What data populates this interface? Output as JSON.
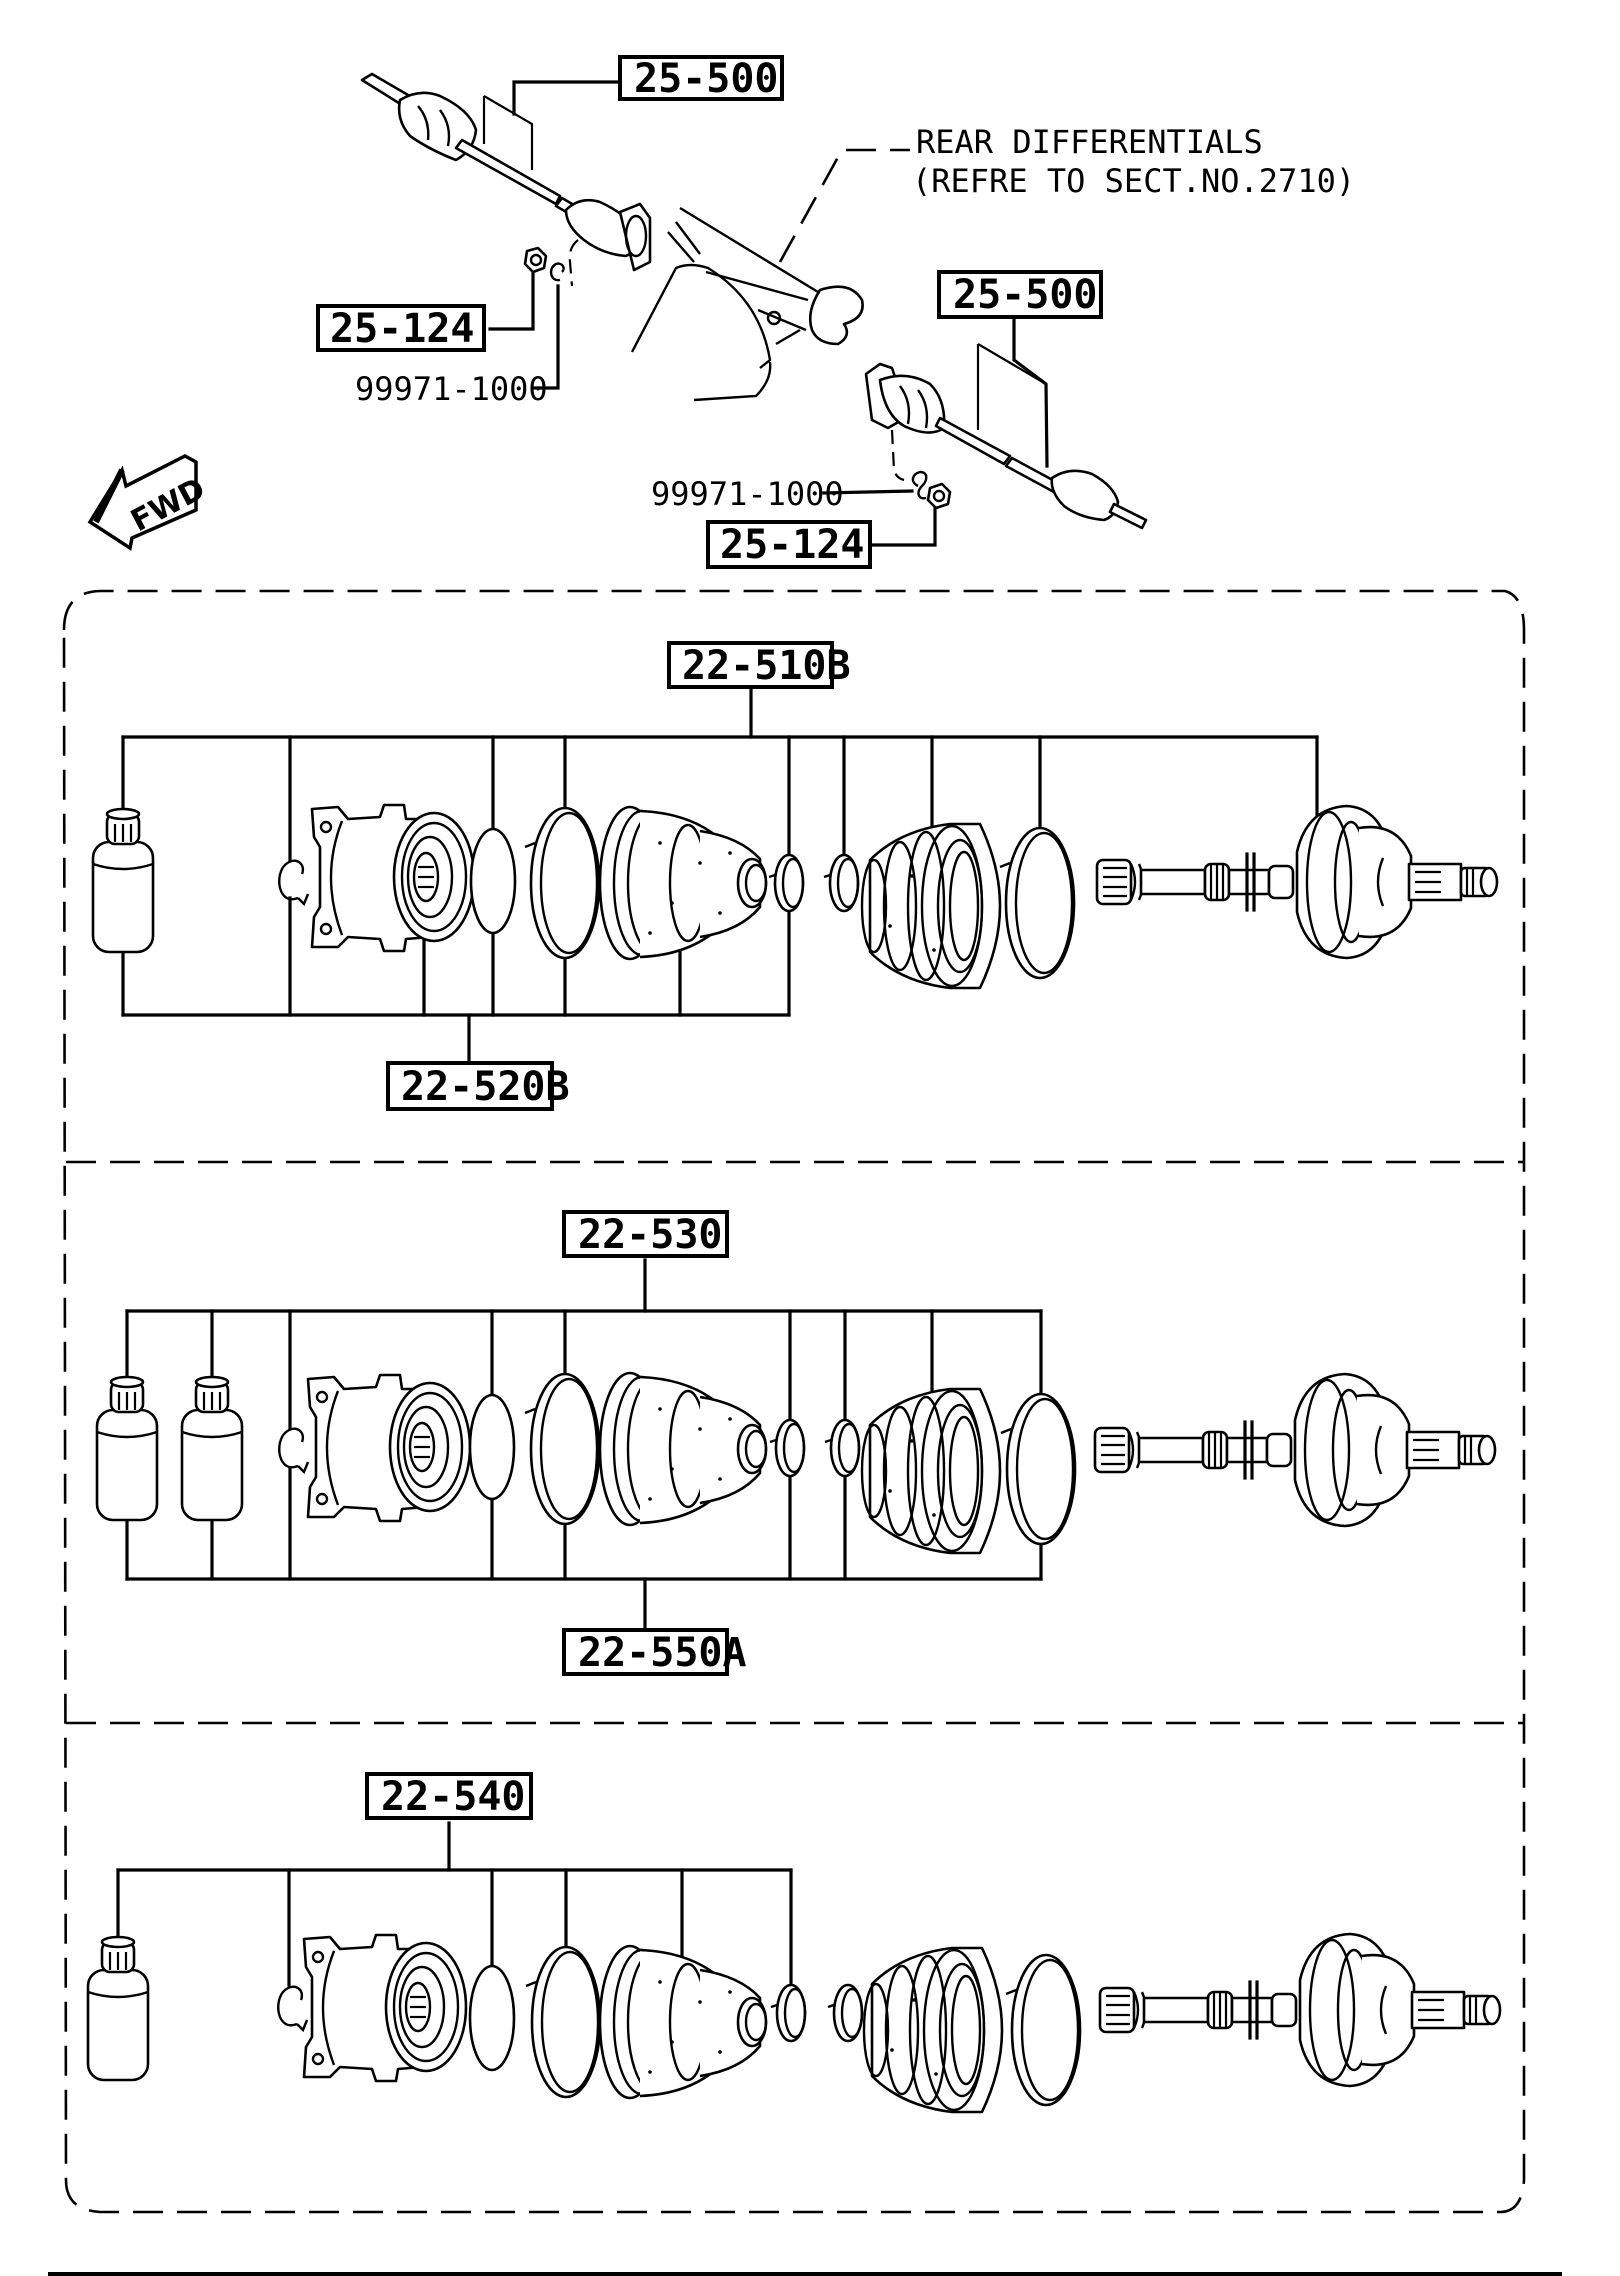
{
  "diagram": {
    "title": "Rear drive shaft exploded parts diagram",
    "direction_marker": "FWD",
    "reference_note": {
      "line1": "REAR DIFFERENTIALS",
      "line2": "(REFRE TO SECT.NO.2710)"
    },
    "overview_callouts": {
      "left_shaft": "25-500",
      "right_shaft": "25-500",
      "left_nut": "25-124",
      "right_nut": "25-124",
      "left_washer": "99971-1000",
      "right_washer": "99971-1000"
    },
    "sections": [
      {
        "name": "kit-variant-1",
        "top_callout": "22-510B",
        "bottom_callout": "22-520B",
        "grease_tubes": 1
      },
      {
        "name": "kit-variant-2",
        "top_callout": "22-530",
        "bottom_callout": "22-550A",
        "grease_tubes": 2
      },
      {
        "name": "kit-variant-3",
        "top_callout": "22-540",
        "bottom_callout": null,
        "grease_tubes": 1
      }
    ],
    "components": [
      "grease-tube",
      "snap-ring",
      "inner-joint-housing",
      "o-ring",
      "boot-band-large",
      "inner-boot",
      "boot-band-small",
      "outer-boot-band-small",
      "outer-boot",
      "outer-boot-band-large",
      "shaft-with-outer-joint"
    ]
  }
}
